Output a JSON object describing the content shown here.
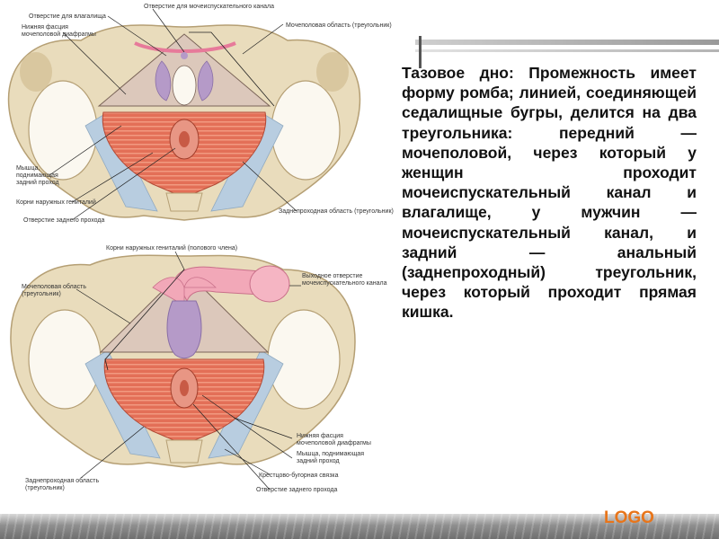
{
  "top_diagram": {
    "labels": {
      "vagina_opening": "Отверстие для влагалища",
      "lower_fascia": "Нижняя фасция\nмочеполовой диафрагмы",
      "urethra_opening": "Отверстие для мочеиспускательного канала",
      "urogenital_area": "Мочеполовая область (треугольник)",
      "levator_muscle": "Мышца,\nподнимающая\nзадний проход",
      "clitoris_roots": "Корни наружных гениталий",
      "anal_opening": "Отверстие заднего прохода",
      "anal_area": "Заднепроходная область (треугольник)"
    }
  },
  "bottom_diagram": {
    "labels": {
      "genital_roots": "Корни наружных гениталий (полового члена)",
      "urogenital_area": "Мочеполовая область\n(треугольник)",
      "urethra_exit": "Выходное отверстие\nмочеиспускательного канала",
      "lower_fascia": "Нижняя фасция\nмочеполовой диафрагмы",
      "levator_muscle": "Мышца, поднимающая\nзадний проход",
      "anal_area": "Заднепроходная область\n(треугольник)",
      "coccyx_ligament": "Крестцово-бугорная связка",
      "anal_opening": "Отверстие заднего прохода"
    }
  },
  "main_text": "Тазовое дно: Промежность имеет форму ромба; линией, соединяющей седалищные бугры, делится на два треугольника: передний — мочеполовой, через который у женщин проходит мочеиспускательный канал и влагалище, у мужчин — мочеиспускательный канал, и задний — анальный (заднепроходный) треугольник, через который проходит прямая кишка.",
  "logo_text": "LOGO",
  "colors": {
    "bone": "#e9dcbc",
    "bone_shadow": "#cbb88e",
    "muscle": "#e36f57",
    "muscle_stripe": "#f29a80",
    "fascia": "#b8cde0",
    "triangle": "#dcc8bb",
    "pink": "#f2a8b8",
    "purple": "#b59ac8",
    "logo": "#e8751a"
  }
}
